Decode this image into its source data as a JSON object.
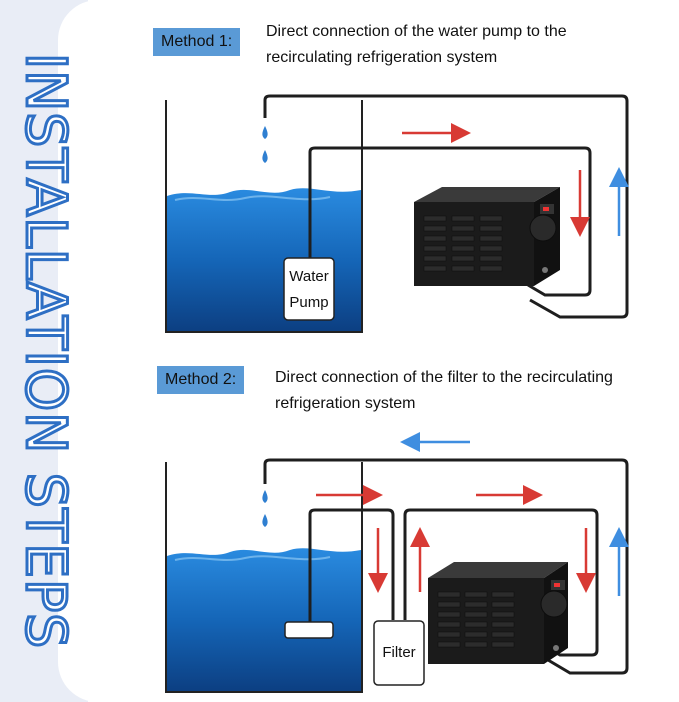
{
  "sidebar": {
    "title": "INSTALLATION STEPS"
  },
  "method1": {
    "badge": "Method 1:",
    "description_line1": "Direct connection of the water pump to the",
    "description_line2": "recirculating refrigeration system",
    "pump_label_line1": "Water",
    "pump_label_line2": "Pump"
  },
  "method2": {
    "badge": "Method 2:",
    "description_line1": "Direct connection of the filter to the recirculating",
    "description_line2": "refrigeration system",
    "filter_label": "Filter"
  },
  "colors": {
    "accent_blue": "#2e6fc4",
    "badge_blue": "#5a9ad6",
    "arrow_red": "#d83a34",
    "arrow_blue": "#3f8ee0",
    "water_blue": "#1a73c6",
    "chiller_black": "#1b1b1b"
  }
}
